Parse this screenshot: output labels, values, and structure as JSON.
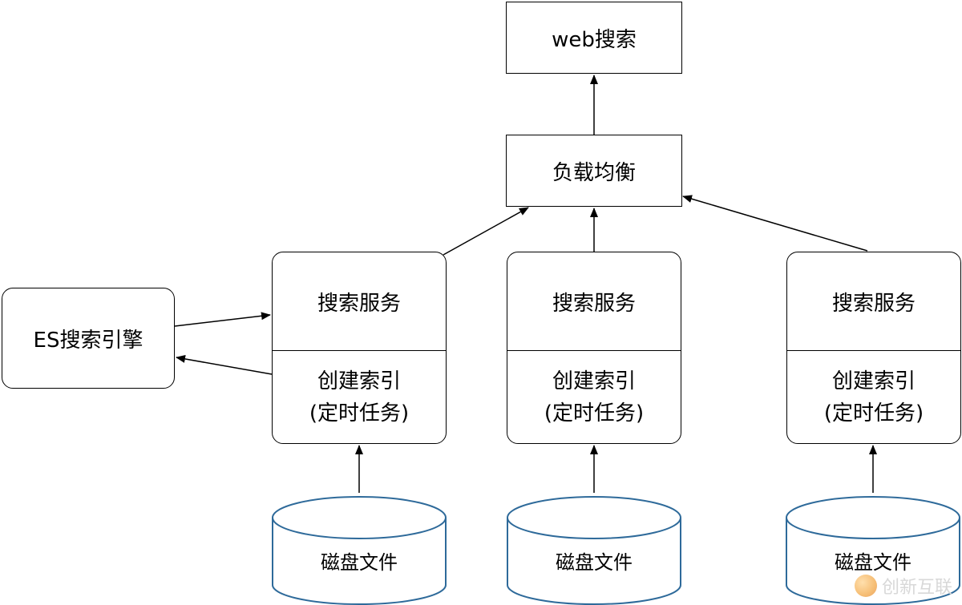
{
  "nodes": {
    "web_search": "web搜索",
    "load_balancer": "负载均衡",
    "es_engine": "ES搜索引擎",
    "columns": [
      {
        "service": "搜索服务",
        "index_line1": "创建索引",
        "index_line2": "(定时任务)",
        "disk": "磁盘文件"
      },
      {
        "service": "搜索服务",
        "index_line1": "创建索引",
        "index_line2": "(定时任务)",
        "disk": "磁盘文件"
      },
      {
        "service": "搜索服务",
        "index_line1": "创建索引",
        "index_line2": "(定时任务)",
        "disk": "磁盘文件"
      }
    ]
  },
  "watermark": "创新互联",
  "colors": {
    "line": "#000000",
    "db_stroke": "#2e6a9a"
  }
}
